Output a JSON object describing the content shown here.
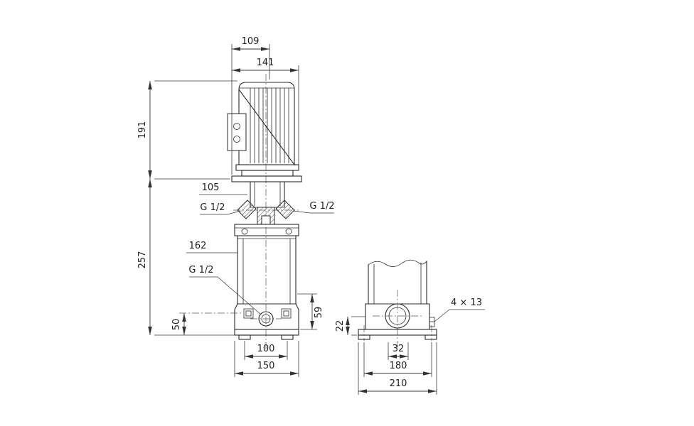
{
  "front_view": {
    "dims": {
      "motor_top_width": "109",
      "motor_width": "141",
      "motor_height": "191",
      "head_offset": "105",
      "pump_height": "257",
      "port_level": "162",
      "drain_height": "50",
      "foot_height": "59",
      "bolt_spacing": "100",
      "base_width": "150"
    },
    "labels": {
      "port_left": "G 1/2",
      "port_right": "G 1/2",
      "drain_port": "G 1/2"
    }
  },
  "side_view": {
    "dims": {
      "base_height": "22",
      "port_offset": "32",
      "bolt_spacing": "180",
      "base_depth": "210"
    },
    "labels": {
      "bolt_slot": "4 × 13"
    }
  }
}
